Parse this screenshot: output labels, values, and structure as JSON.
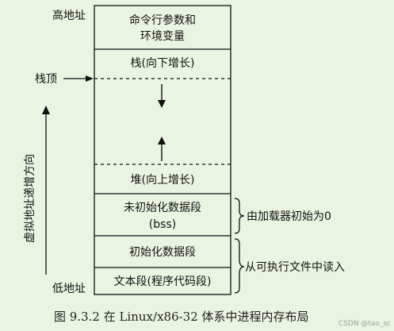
{
  "labels": {
    "high_addr": "高地址",
    "low_addr": "低地址",
    "stack_top": "栈顶",
    "vertical_axis": "虚拟地址递增方向"
  },
  "segments": {
    "args_env_line1": "命令行参数和",
    "args_env_line2": "环境变量",
    "stack": "栈(向下增长)",
    "heap": "堆(向上增长)",
    "bss_line1": "未初始化数据段",
    "bss_line2": "(bss)",
    "data": "初始化数据段",
    "text": "文本段(程序代码段)"
  },
  "annotations": {
    "loader_init": "由加载器初始为0",
    "from_exec": "从可执行文件中读入"
  },
  "caption": "图  9.3.2  在 Linux/x86-32 体系中进程内存布局",
  "watermark": "CSDN @tao_sc"
}
